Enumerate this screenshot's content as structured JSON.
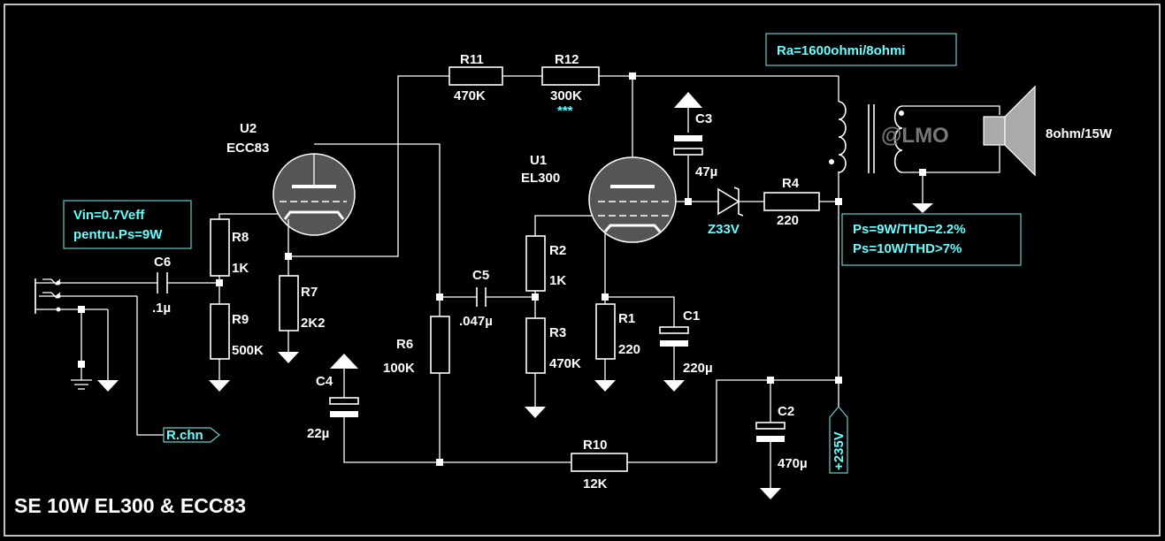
{
  "title": "SE 10W  EL300 & ECC83",
  "notes": {
    "ra": "Ra=1600ohmi/8ohmi",
    "vin_line1": "Vin=0.7Veff",
    "vin_line2": "pentru.Ps=9W",
    "ps_line1": "Ps=9W/THD=2.2%",
    "ps_line2": "Ps=10W/THD>7%",
    "stars": "***",
    "watermark": "@LMO",
    "speaker": "8ohm/15W"
  },
  "ports": {
    "rchn": "R.chn",
    "supply": "+235V"
  },
  "tubes": {
    "u2_ref": "U2",
    "u2_type": "ECC83",
    "u1_ref": "U1",
    "u1_type": "EL300"
  },
  "components": {
    "r1": {
      "ref": "R1",
      "value": "220"
    },
    "r2": {
      "ref": "R2",
      "value": "1K"
    },
    "r3": {
      "ref": "R3",
      "value": "470K"
    },
    "r4": {
      "ref": "R4",
      "value": "220"
    },
    "r6": {
      "ref": "R6",
      "value": "100K"
    },
    "r7": {
      "ref": "R7",
      "value": "2K2"
    },
    "r8": {
      "ref": "R8",
      "value": "1K"
    },
    "r9": {
      "ref": "R9",
      "value": "500K"
    },
    "r10": {
      "ref": "R10",
      "value": "12K"
    },
    "r11": {
      "ref": "R11",
      "value": "470K"
    },
    "r12": {
      "ref": "R12",
      "value": "300K"
    },
    "c1": {
      "ref": "C1",
      "value": "220µ"
    },
    "c2": {
      "ref": "C2",
      "value": "470µ"
    },
    "c3": {
      "ref": "C3",
      "value": "47µ"
    },
    "c4": {
      "ref": "C4",
      "value": "22µ"
    },
    "c5": {
      "ref": "C5",
      "value": ".047µ"
    },
    "c6": {
      "ref": "C6",
      "value": ".1µ"
    },
    "z": {
      "value": "Z33V"
    }
  },
  "colors": {
    "background": "#000000",
    "wire": "#ffffff",
    "note_text": "#66ffff",
    "tube_fill": "#555555"
  }
}
